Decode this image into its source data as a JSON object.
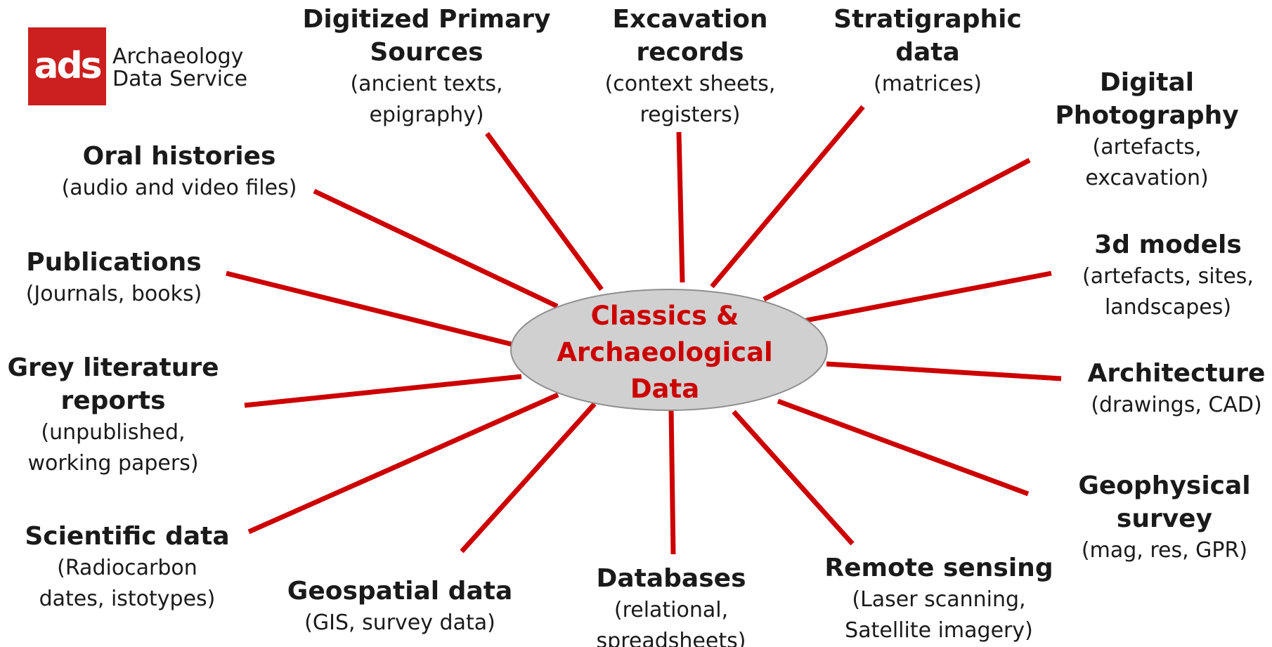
{
  "logo": {
    "mark": "ads",
    "name_line1": "Archaeology",
    "name_line2": "Data Service",
    "color": "#cc1f1f"
  },
  "hub": {
    "line1": "Classics &",
    "line2": "Archaeological",
    "line3": "Data",
    "text_color": "#cc0000",
    "fill_color": "#d0d0d0"
  },
  "spoke_color": "#cc0000",
  "nodes": [
    {
      "title": [
        "Digitized Primary",
        "Sources"
      ],
      "desc": [
        "(ancient texts,",
        "epigraphy)"
      ]
    },
    {
      "title": [
        "Excavation",
        "records"
      ],
      "desc": [
        "(context sheets,",
        "registers)"
      ]
    },
    {
      "title": [
        "Stratigraphic",
        "data"
      ],
      "desc": [
        "(matrices)"
      ]
    },
    {
      "title": [
        "Digital",
        "Photography"
      ],
      "desc": [
        "(artefacts,",
        "excavation)"
      ]
    },
    {
      "title": [
        "Oral histories"
      ],
      "desc": [
        "(audio and video files)"
      ]
    },
    {
      "title": [
        "Publications"
      ],
      "desc": [
        "(Journals, books)"
      ]
    },
    {
      "title": [
        "3d models"
      ],
      "desc": [
        "(artefacts, sites,",
        "landscapes)"
      ]
    },
    {
      "title": [
        "Grey literature",
        "reports"
      ],
      "desc": [
        "(unpublished,",
        "working papers)"
      ]
    },
    {
      "title": [
        "Architecture"
      ],
      "desc": [
        "(drawings, CAD)"
      ]
    },
    {
      "title": [
        "Geophysical",
        "survey"
      ],
      "desc": [
        "(mag, res, GPR)"
      ]
    },
    {
      "title": [
        "Scientific data"
      ],
      "desc": [
        "(Radiocarbon",
        "dates, istotypes)"
      ]
    },
    {
      "title": [
        "Geospatial data"
      ],
      "desc": [
        "(GIS, survey data)"
      ]
    },
    {
      "title": [
        "Databases"
      ],
      "desc": [
        "(relational,",
        "spreadsheets)"
      ]
    },
    {
      "title": [
        "Remote sensing"
      ],
      "desc": [
        "(Laser scanning,",
        "Satellite imagery)"
      ]
    }
  ]
}
